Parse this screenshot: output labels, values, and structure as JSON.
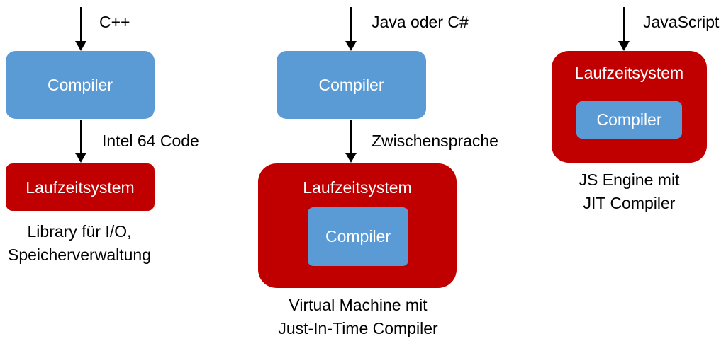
{
  "column1": {
    "input_label": "C++",
    "compiler_label": "Compiler",
    "output_label": "Intel 64 Code",
    "runtime_label": "Laufzeitsystem",
    "caption_line1": "Library für I/O,",
    "caption_line2": "Speicherverwaltung"
  },
  "column2": {
    "input_label": "Java oder C#",
    "compiler_label": "Compiler",
    "output_label": "Zwischensprache",
    "runtime_label": "Laufzeitsystem",
    "inner_compiler_label": "Compiler",
    "caption_line1": "Virtual Machine mit",
    "caption_line2": "Just-In-Time Compiler"
  },
  "column3": {
    "input_label": "JavaScript",
    "runtime_label": "Laufzeitsystem",
    "inner_compiler_label": "Compiler",
    "caption_line1": "JS Engine mit",
    "caption_line2": "JIT Compiler"
  },
  "colors": {
    "compiler_blue": "#5b9bd5",
    "runtime_red": "#c00000"
  }
}
